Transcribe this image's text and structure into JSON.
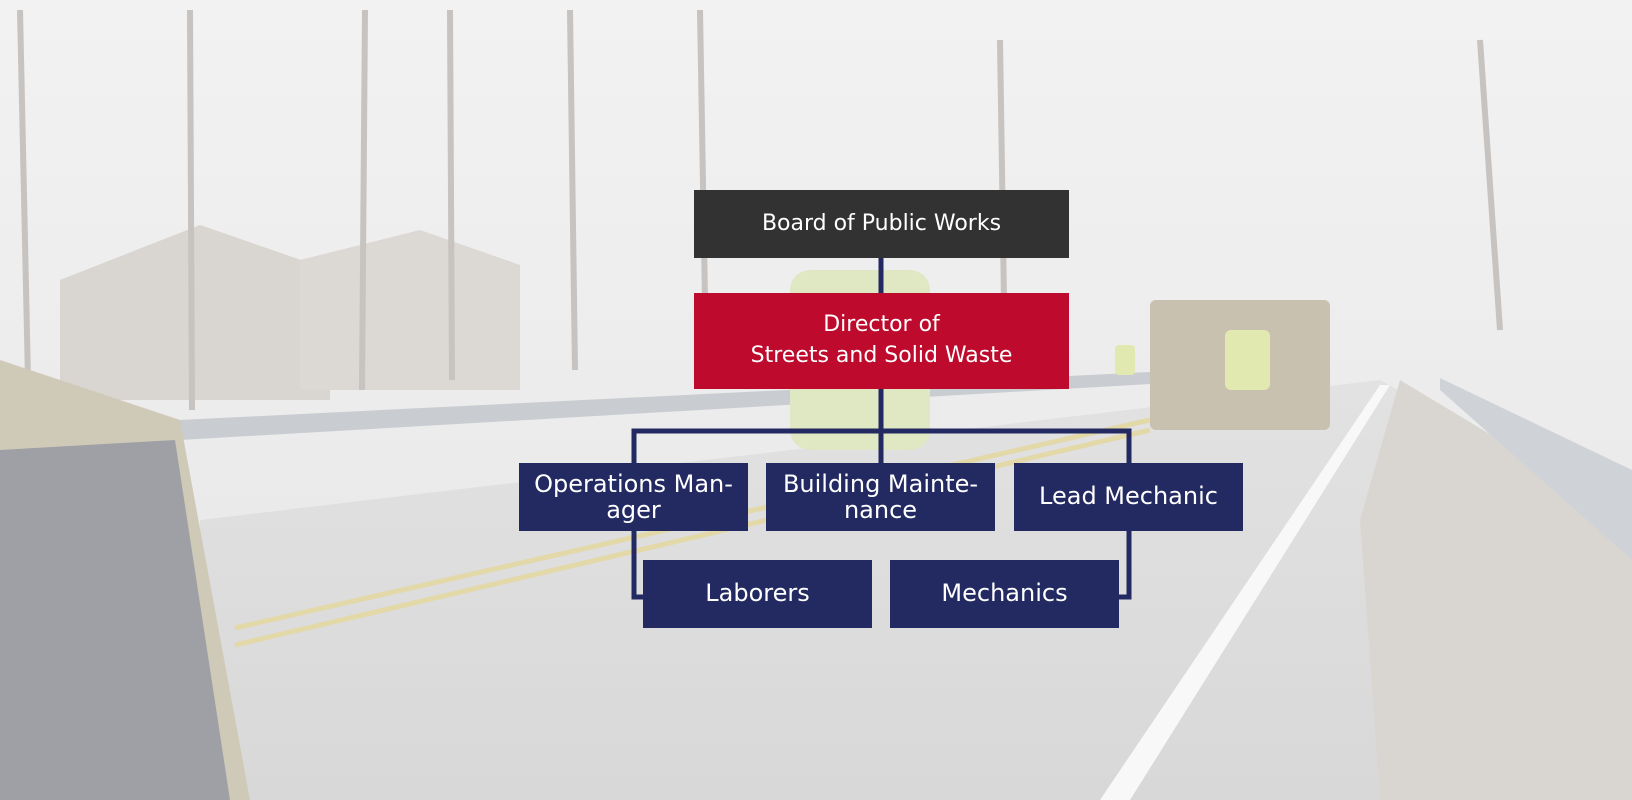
{
  "org_chart": {
    "top": {
      "label": "Board of Public Works"
    },
    "director": {
      "line1": "Director of",
      "line2": "Streets and Solid Waste"
    },
    "managers": [
      {
        "line1": "Operations Man-",
        "line2": "ager"
      },
      {
        "line1": "Building Mainte-",
        "line2": "nance"
      },
      {
        "label": "Lead Mechanic"
      }
    ],
    "staff": [
      {
        "label": "Laborers"
      },
      {
        "label": "Mechanics"
      }
    ]
  },
  "colors": {
    "top_box": "#323232",
    "director_box": "#be0a2c",
    "staff_boxes": "#232a62",
    "connector": "#232a62"
  }
}
